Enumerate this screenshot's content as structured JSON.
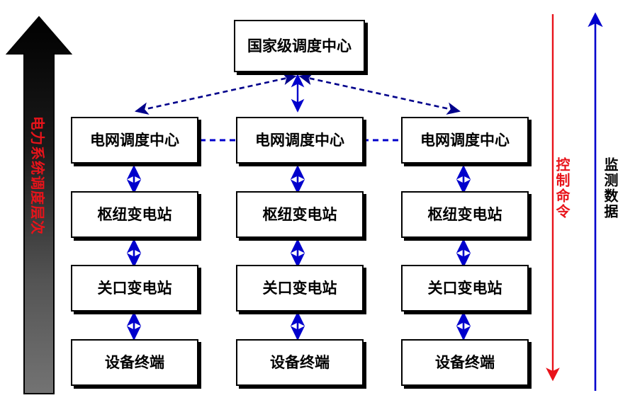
{
  "diagram": {
    "title_top": "国家级调度中心",
    "left_axis_label": "电力系统调度层次",
    "left_axis_color": "#e8131a",
    "right_labels": {
      "control": "控制命令",
      "control_color": "#e8131a",
      "monitor": "监测数据",
      "monitor_color": "#0000cc"
    },
    "columns": [
      {
        "name": "left",
        "levels": [
          {
            "label": "电网调度中心"
          },
          {
            "label": "枢纽变电站"
          },
          {
            "label": "关口变电站"
          },
          {
            "label": "设备终端"
          }
        ]
      },
      {
        "name": "center",
        "levels": [
          {
            "label": "电网调度中心"
          },
          {
            "label": "枢纽变电站"
          },
          {
            "label": "关口变电站"
          },
          {
            "label": "设备终端"
          }
        ]
      },
      {
        "name": "right",
        "levels": [
          {
            "label": "电网调度中心"
          },
          {
            "label": "枢纽变电站"
          },
          {
            "label": "关口变电站"
          },
          {
            "label": "设备终端"
          }
        ]
      }
    ],
    "connector_colors": {
      "vertical_arrow": "#0000cc",
      "peer_dashed": "#0000cc",
      "fan_dashed": "#00008b"
    }
  }
}
